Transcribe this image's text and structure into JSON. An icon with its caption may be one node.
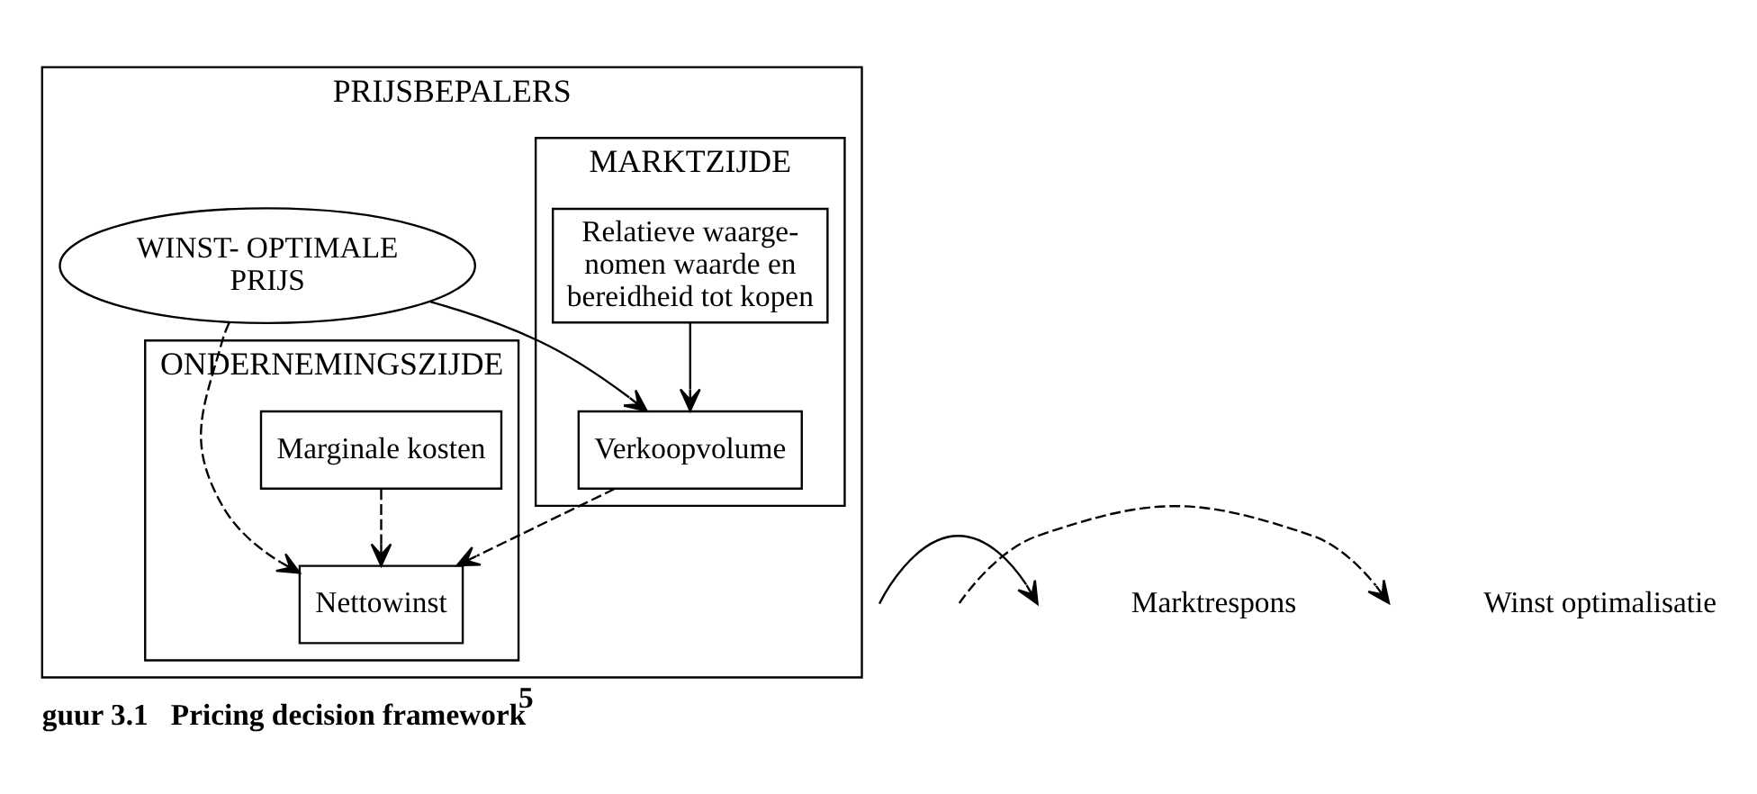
{
  "diagram": {
    "caption": "guur 3.1   Pricing decision framework$^{5}$",
    "nodes": [
      {
        "text": [
          "PRIJSBEPALERS"
        ]
      },
      {
        "text": [
          "MARKTZIJDE"
        ],
        "in": 0
      },
      {
        "text": [
          "ONDERNEMINGSZIJDE"
        ],
        "in": 0
      },
      {
        "text": [
          "Relatieve waarge- nomen waarde en bereidheid tot kopen"
        ],
        "in": 1
      },
      {
        "text": [
          "Verkoopvolume"
        ],
        "in": 1
      },
      {
        "text": [
          "WINST- OPTIMALE PRIJS"
        ],
        "in": 0
      },
      {
        "text": [
          "Marginale kosten"
        ],
        "in": 2
      },
      {
        "text": [
          "Nettowinst"
        ],
        "in": 2
      }
    ],
    "edges": [
      {
        "from": 3,
        "to": 4,
        "arrow": "to"
      },
      {
        "from": 5,
        "to": 4,
        "arrow": "to"
      },
      {
        "from": 5,
        "to": 7,
        "arrow": "to",
        "style": "dashed"
      },
      {
        "from": 6,
        "to": 7,
        "arrow": "to",
        "style": "dashed"
      },
      {
        "from": 4,
        "to": 7,
        "arrow": "to",
        "style": "dashed"
      }
    ],
    "legend": [
      {
        "text": "Marktrespons"
      },
      {
        "text": "Winst optimalisatie"
      }
    ]
  }
}
